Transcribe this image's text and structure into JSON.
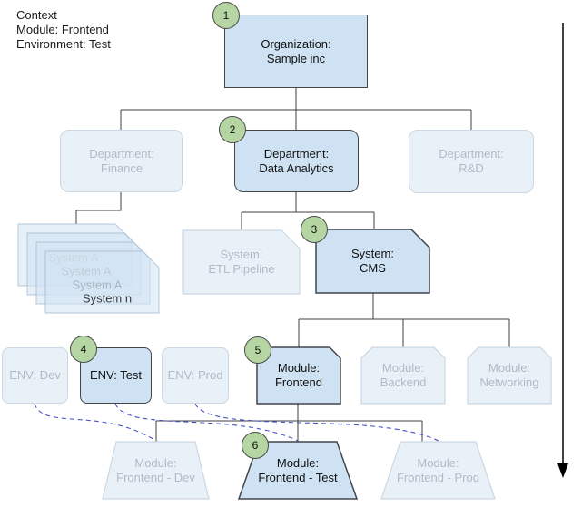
{
  "context": {
    "lines": [
      "Context",
      "Module: Frontend",
      "Environment: Test"
    ]
  },
  "nodes": {
    "organization": {
      "label": "Organization:\nSample inc",
      "badge": "1"
    },
    "dept_finance": {
      "label": "Department:\nFinance"
    },
    "dept_data_analytics": {
      "label": "Department:\nData Analytics",
      "badge": "2"
    },
    "dept_rnd": {
      "label": "Department:\nR&D"
    },
    "system_stack": {
      "labels": [
        "System A",
        "System A",
        "System A",
        "System n"
      ]
    },
    "system_etl": {
      "label": "System:\nETL Pipeline"
    },
    "system_cms": {
      "label": "System:\nCMS",
      "badge": "3"
    },
    "env_dev": {
      "label": "ENV: Dev"
    },
    "env_test": {
      "label": "ENV: Test",
      "badge": "4"
    },
    "env_prod": {
      "label": "ENV: Prod"
    },
    "module_frontend": {
      "label": "Module:\nFrontend",
      "badge": "5"
    },
    "module_backend": {
      "label": "Module:\nBackend"
    },
    "module_networking": {
      "label": "Module:\nNetworking"
    },
    "instance_frontend_dev": {
      "label": "Module:\nFrontend - Dev"
    },
    "instance_frontend_test": {
      "label": "Module:\nFrontend - Test",
      "badge": "6"
    },
    "instance_frontend_prod": {
      "label": "Module:\nFrontend - Prod"
    }
  },
  "colors": {
    "active_fill": "#cfe2f3",
    "active_border": "#40464c",
    "faded_fill": "#e9f1f8",
    "faded_border": "#ccd7e2",
    "faded_text": "#b1bac5",
    "badge_fill": "#b5d6a3",
    "badge_border": "#4b4b4b",
    "connector": "#3f3f3f",
    "dashed_link": "#4853c8"
  }
}
